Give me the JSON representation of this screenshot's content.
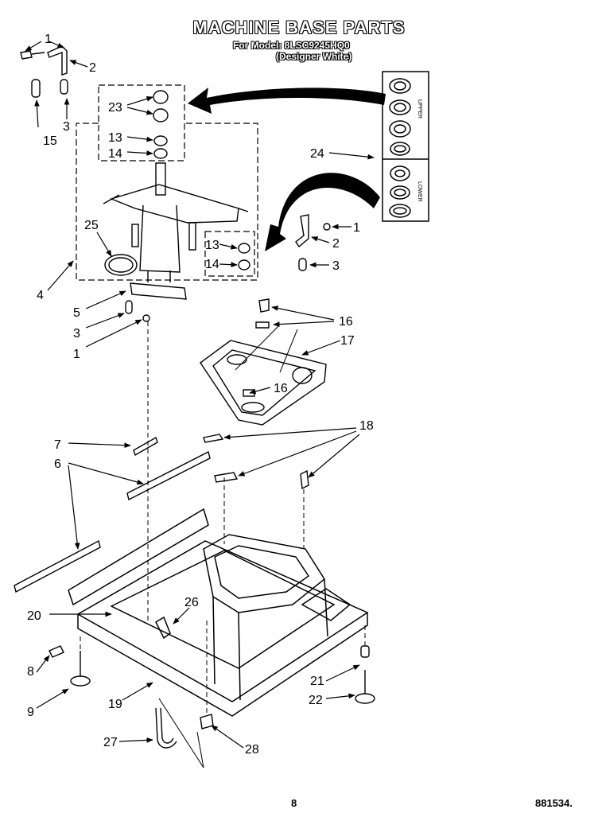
{
  "title": "MACHINE BASE PARTS",
  "model_line": "For Model: 8LSC9245HQ0",
  "color_line": "(Designer White)",
  "page_number": "8",
  "doc_number": "881534.",
  "kit_labels": {
    "upper": "UPPER",
    "lower": "LOWER"
  },
  "callouts": [
    {
      "id": "c1a",
      "text": "1"
    },
    {
      "id": "c2a",
      "text": "2"
    },
    {
      "id": "c3a",
      "text": "3"
    },
    {
      "id": "c15",
      "text": "15"
    },
    {
      "id": "c23",
      "text": "23"
    },
    {
      "id": "c13a",
      "text": "13"
    },
    {
      "id": "c14a",
      "text": "14"
    },
    {
      "id": "c24",
      "text": "24"
    },
    {
      "id": "c1b",
      "text": "1"
    },
    {
      "id": "c2b",
      "text": "2"
    },
    {
      "id": "c3b",
      "text": "3"
    },
    {
      "id": "c25",
      "text": "25"
    },
    {
      "id": "c13b",
      "text": "13"
    },
    {
      "id": "c14b",
      "text": "14"
    },
    {
      "id": "c4",
      "text": "4"
    },
    {
      "id": "c5",
      "text": "5"
    },
    {
      "id": "c3c",
      "text": "3"
    },
    {
      "id": "c1c",
      "text": "1"
    },
    {
      "id": "c16a",
      "text": "16"
    },
    {
      "id": "c17",
      "text": "17"
    },
    {
      "id": "c16b",
      "text": "16"
    },
    {
      "id": "c7",
      "text": "7"
    },
    {
      "id": "c18",
      "text": "18"
    },
    {
      "id": "c6",
      "text": "6"
    },
    {
      "id": "c20",
      "text": "20"
    },
    {
      "id": "c26",
      "text": "26"
    },
    {
      "id": "c8",
      "text": "8"
    },
    {
      "id": "c9",
      "text": "9"
    },
    {
      "id": "c19",
      "text": "19"
    },
    {
      "id": "c21",
      "text": "21"
    },
    {
      "id": "c22",
      "text": "22"
    },
    {
      "id": "c27",
      "text": "27"
    },
    {
      "id": "c28",
      "text": "28"
    }
  ]
}
